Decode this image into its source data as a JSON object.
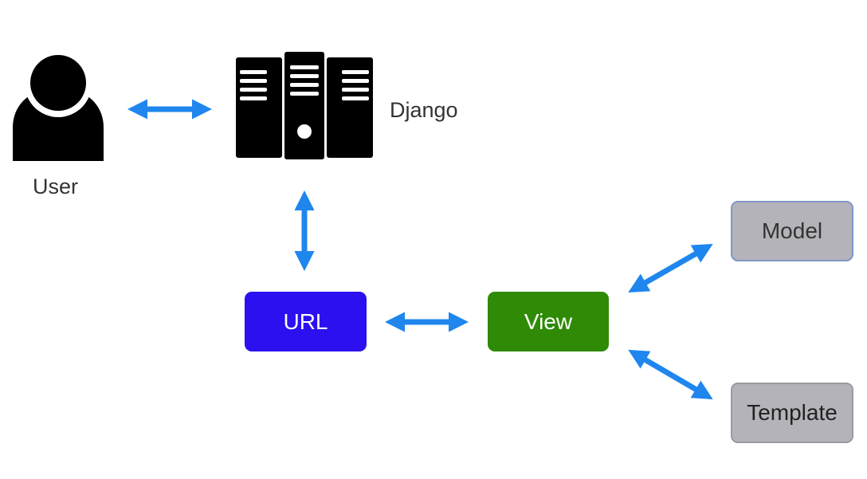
{
  "nodes": {
    "user": {
      "label": "User",
      "icon": "user-icon"
    },
    "django": {
      "label": "Django",
      "icon": "server-icon"
    },
    "url": {
      "label": "URL",
      "color": "#2c10f0"
    },
    "view": {
      "label": "View",
      "color": "#2f8a05"
    },
    "model": {
      "label": "Model",
      "color": "#b3b3b9"
    },
    "template": {
      "label": "Template",
      "color": "#b3b3b9"
    }
  },
  "edges": [
    {
      "from": "user",
      "to": "django",
      "direction": "both"
    },
    {
      "from": "django",
      "to": "url",
      "direction": "both"
    },
    {
      "from": "url",
      "to": "view",
      "direction": "both"
    },
    {
      "from": "view",
      "to": "model",
      "direction": "both"
    },
    {
      "from": "view",
      "to": "template",
      "direction": "both"
    }
  ],
  "colors": {
    "arrow": "#1f86ee",
    "icon": "#000000"
  }
}
